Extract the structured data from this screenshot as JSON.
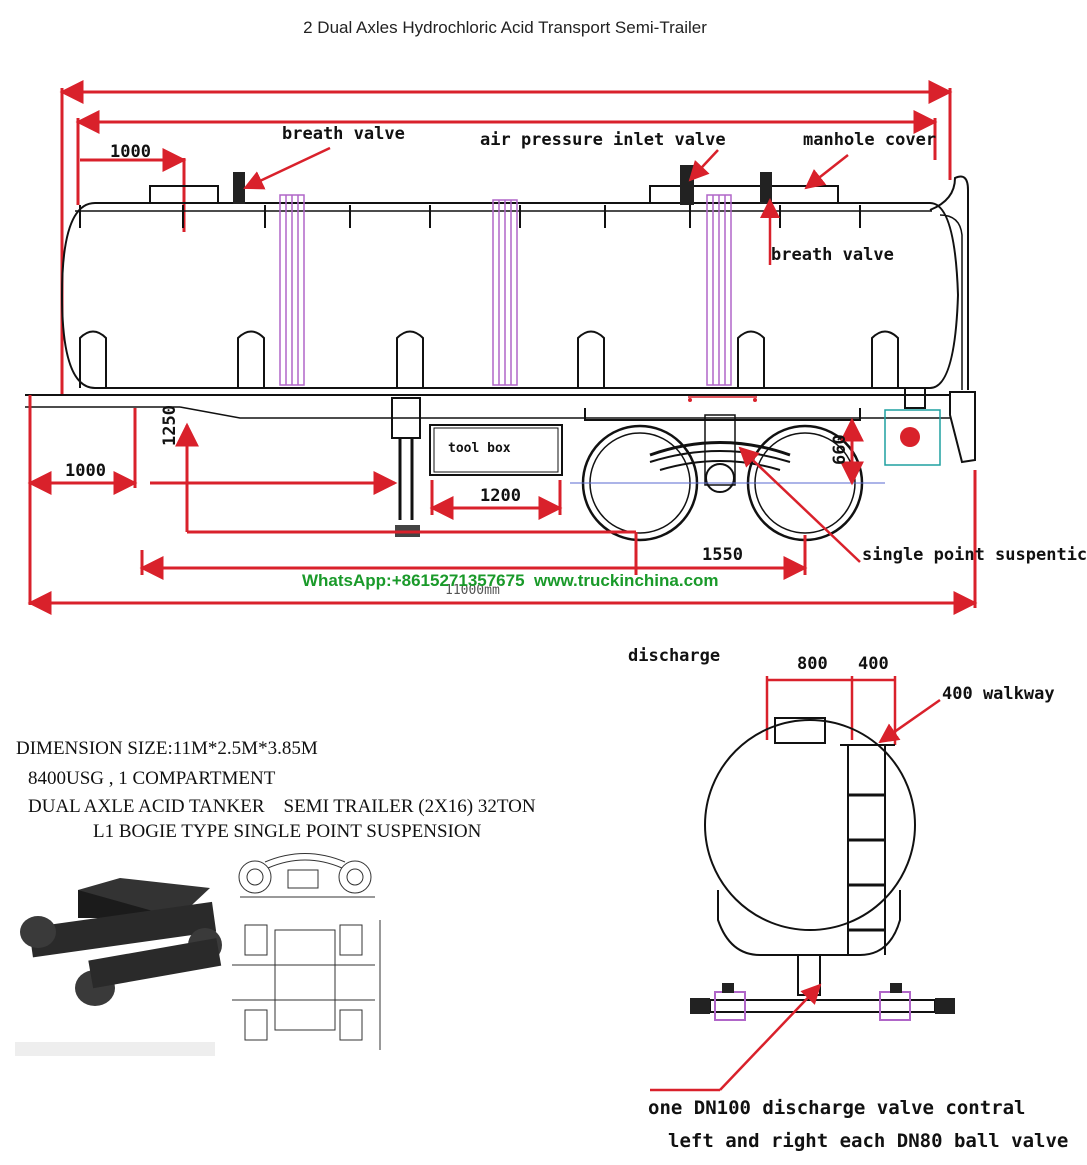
{
  "title": "2 Dual Axles Hydrochloric Acid Transport Semi-Trailer",
  "side_view": {
    "labels": {
      "breath_valve_top": "breath valve",
      "air_pressure_inlet": "air pressure inlet valve",
      "manhole_cover": "manhole cover",
      "breath_valve_right": "breath valve",
      "tool_box": "tool box",
      "single_point": "single point suspentic"
    },
    "dims": {
      "top_1000": "1000",
      "left_1000": "1000",
      "height_1250": "1250",
      "box_1200": "1200",
      "axle_1550": "1550",
      "height_660": "660",
      "total_length": "11000mm"
    }
  },
  "contact": {
    "whatsapp": "WhatsApp:+8615271357675",
    "website": "www.truckinchina.com"
  },
  "specs": {
    "line1": "DIMENSION SIZE:11M*2.5M*3.85M",
    "line2": "8400USG , 1 COMPARTMENT",
    "line3": "DUAL AXLE ACID TANKER    SEMI TRAILER (2X16) 32TON",
    "line4": "L1 BOGIE TYPE SINGLE POINT SUSPENSION"
  },
  "rear_view": {
    "discharge": "discharge",
    "dim_800": "800",
    "dim_400": "400",
    "walkway": "400 walkway",
    "note1": "one DN100 discharge valve contral",
    "note2": "left and right each DN80 ball valve"
  },
  "colors": {
    "dimension_red": "#d9212b",
    "outline": "#111111",
    "ladder_purple": "#b066c8",
    "whatsapp_green": "#1a9a2a"
  }
}
